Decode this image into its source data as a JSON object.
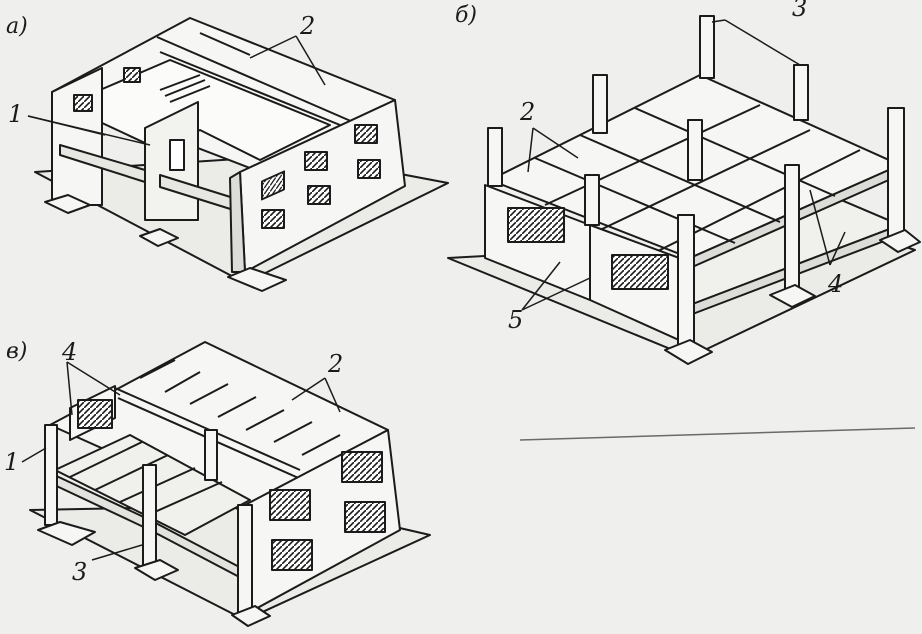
{
  "panels": [
    {
      "id": "a",
      "label": "а)",
      "callouts": [
        "1",
        "2"
      ]
    },
    {
      "id": "b",
      "label": "б)",
      "callouts": [
        "2",
        "3",
        "4",
        "5"
      ]
    },
    {
      "id": "c",
      "label": "в)",
      "callouts": [
        "1",
        "2",
        "3",
        "4"
      ]
    }
  ],
  "colors": {
    "ink": "#1b1b1b",
    "paper": "#efefed",
    "slab": "#f6f6f4",
    "shade": "#d8d8d4"
  }
}
